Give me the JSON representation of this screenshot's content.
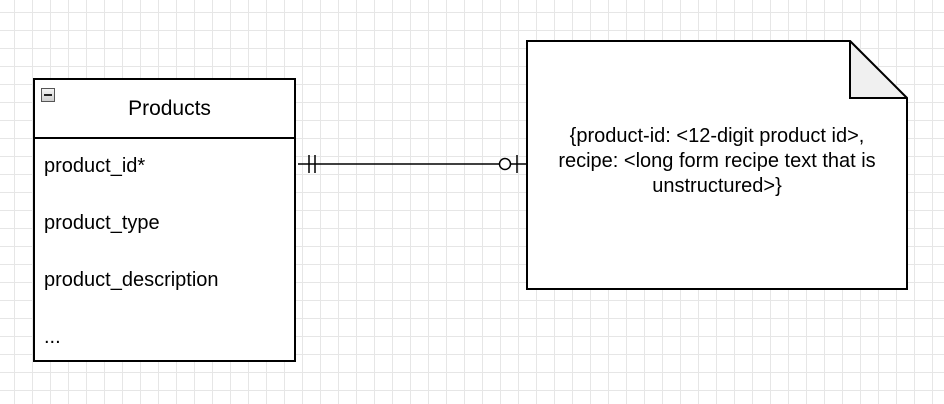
{
  "entity": {
    "title": "Products",
    "attributes": [
      "product_id*",
      "product_type",
      "product_description",
      "..."
    ]
  },
  "note": {
    "lines": [
      "{product-id: <12-digit product id>,",
      "recipe: <long form recipe text that is",
      "unstructured>}"
    ]
  },
  "relationship": {
    "from_end": "exactly-one",
    "to_end": "zero-or-one"
  },
  "colors": {
    "line": "#000000",
    "note_fold": "#f0f0f0",
    "grid": "#e6e6e6"
  }
}
